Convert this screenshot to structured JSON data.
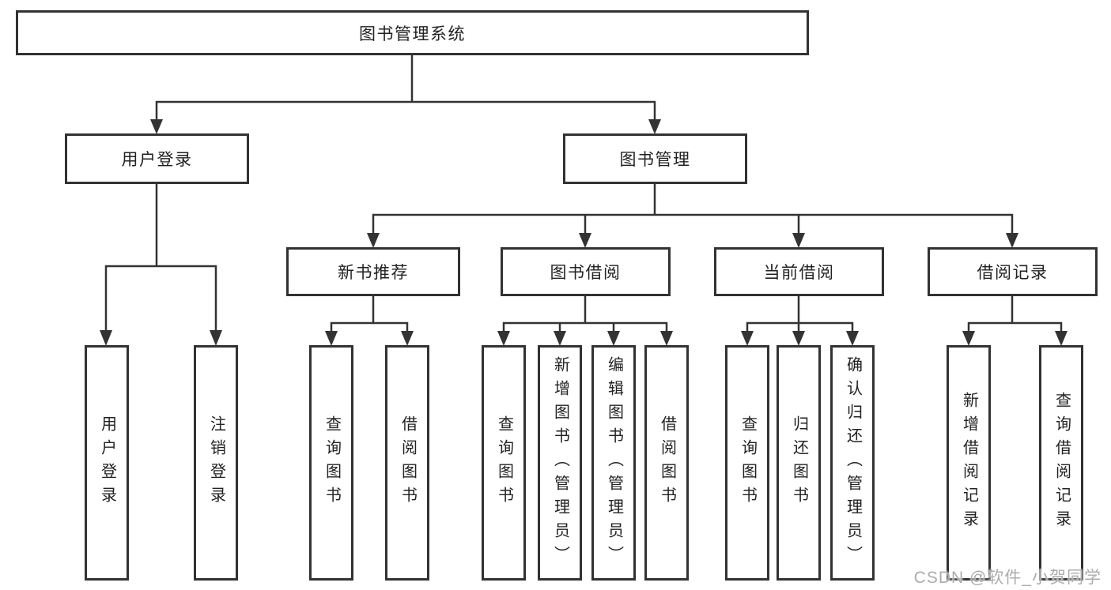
{
  "diagram_type": "tree",
  "colors": {
    "line": "#333333",
    "box_border": "#323232",
    "box_background": "#ffffff",
    "text": "#222222",
    "watermark_text_color": "#acacac"
  },
  "tree": {
    "label": "图书管理系统",
    "children": [
      {
        "label": "用户登录",
        "children": [
          {
            "label": "用户登录"
          },
          {
            "label": "注销登录"
          }
        ]
      },
      {
        "label": "图书管理",
        "children": [
          {
            "label": "新书推荐",
            "children": [
              {
                "label": "查询图书"
              },
              {
                "label": "借阅图书"
              }
            ]
          },
          {
            "label": "图书借阅",
            "children": [
              {
                "label": "查询图书"
              },
              {
                "label": "新增图书（管理员）"
              },
              {
                "label": "编辑图书（管理员）"
              },
              {
                "label": "借阅图书"
              }
            ]
          },
          {
            "label": "当前借阅",
            "children": [
              {
                "label": "查询图书"
              },
              {
                "label": "归还图书"
              },
              {
                "label": "确认归还（管理员）"
              }
            ]
          },
          {
            "label": "借阅记录",
            "children": [
              {
                "label": "新增借阅记录"
              },
              {
                "label": "查询借阅记录"
              }
            ]
          }
        ]
      }
    ]
  },
  "watermark": {
    "text": "CSDN @软件_小贺同学"
  }
}
